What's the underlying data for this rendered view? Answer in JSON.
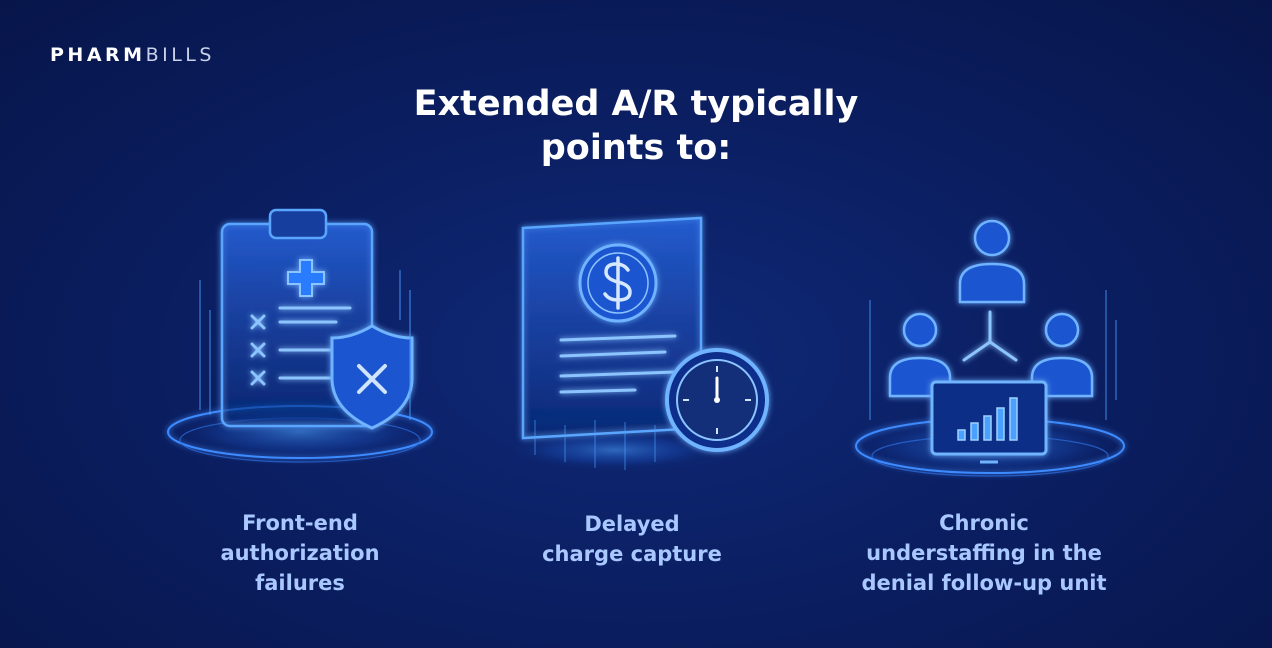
{
  "brand": {
    "part1": "PHARM",
    "part2": "BILLS"
  },
  "title": {
    "line1": "Extended A/R typically",
    "line2": "points to:"
  },
  "cards": [
    {
      "icon": "clipboard-shield-icon",
      "caption_lines": [
        "Front-end",
        "authorization",
        "failures"
      ]
    },
    {
      "icon": "invoice-clock-icon",
      "caption_lines": [
        "Delayed",
        "charge capture"
      ]
    },
    {
      "icon": "team-monitor-icon",
      "caption_lines": [
        "Chronic",
        "understaffing in the",
        "denial follow-up unit"
      ]
    }
  ],
  "colors": {
    "background": "#0b1f63",
    "accent": "#3d8bff",
    "caption": "#a9c8ff"
  }
}
